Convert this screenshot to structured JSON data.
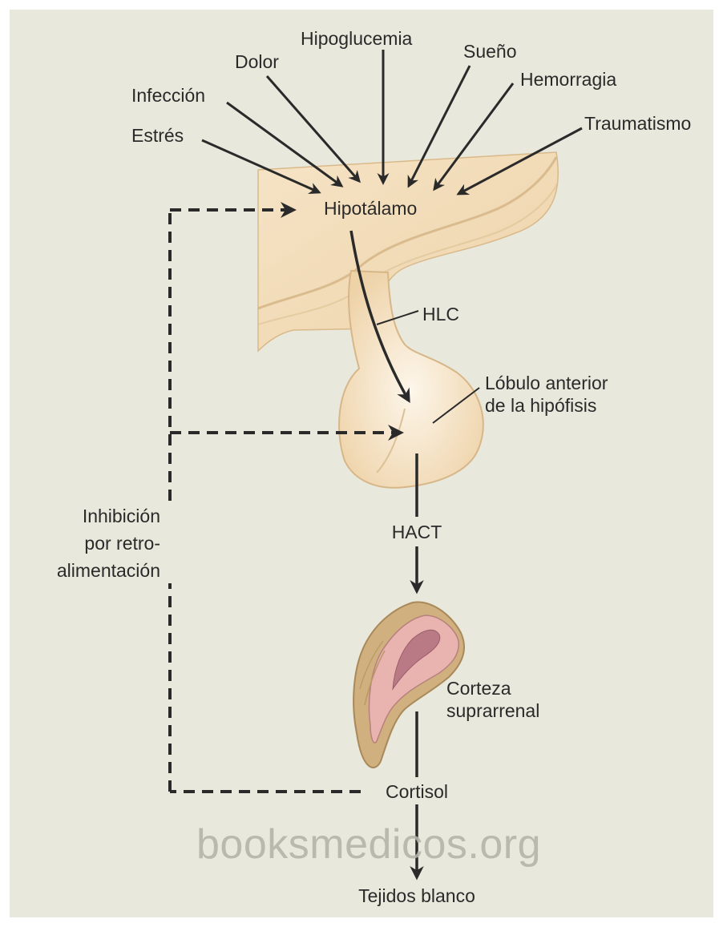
{
  "labels": {
    "hipoglucemia": "Hipoglucemia",
    "dolor": "Dolor",
    "sueno": "Sueño",
    "hemorragia": "Hemorragia",
    "infeccion": "Infección",
    "traumatismo": "Traumatismo",
    "estres": "Estrés",
    "hipotalamo": "Hipotálamo",
    "hlc": "HLC",
    "lobulo_line1": "Lóbulo anterior",
    "lobulo_line2": "de la hipófisis",
    "inhibicion_line1": "Inhibición",
    "inhibicion_line2": "por retro-",
    "inhibicion_line3": "alimentación",
    "hact": "HACT",
    "corteza_line1": "Corteza",
    "corteza_line2": "suprarrenal",
    "cortisol": "Cortisol",
    "tejidos": "Tejidos blanco"
  },
  "watermark": "booksmedicos.org",
  "colors": {
    "background": "#e8e8dc",
    "tissue": "#f1d9b4",
    "tissue_highlight": "#fbf0dc",
    "cortex_outer": "#cfb07e",
    "cortex_inner": "#e9b4b0",
    "medulla": "#b97a86",
    "arrow": "#2a2a2a"
  }
}
